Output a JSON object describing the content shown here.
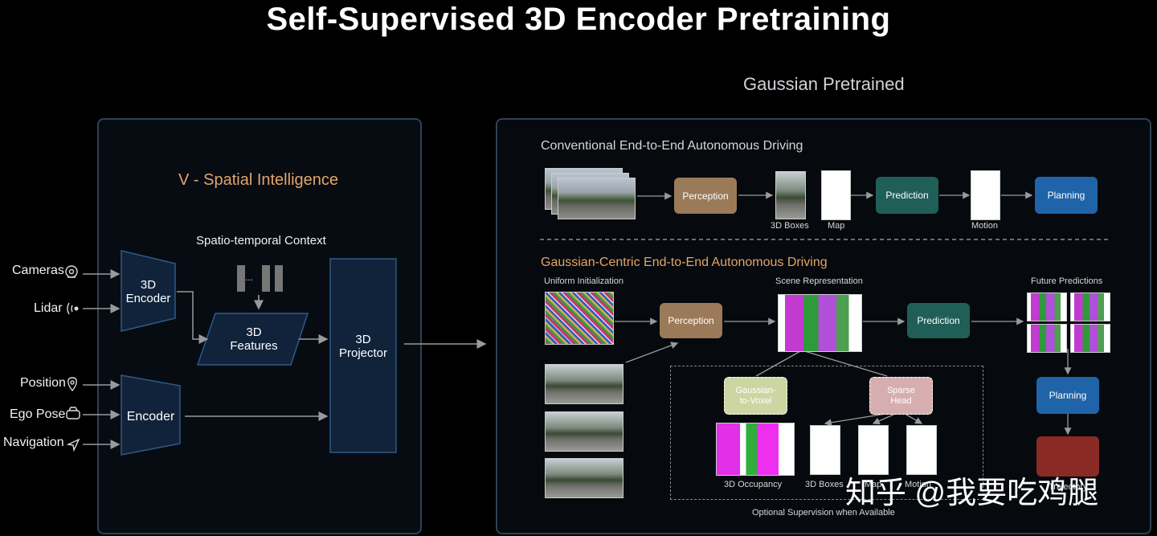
{
  "title": "Self-Supervised 3D Encoder Pretraining",
  "subtitle": "Gaussian Pretrained",
  "left_panel": {
    "heading": "V - Spatial Intelligence",
    "context_label": "Spatio-temporal Context",
    "context_dots": "...",
    "inputs": [
      {
        "label": "Cameras",
        "icon": "camera-icon"
      },
      {
        "label": "Lidar",
        "icon": "lidar-icon"
      },
      {
        "label": "Position",
        "icon": "location-pin-icon"
      },
      {
        "label": "Ego Pose",
        "icon": "car-icon"
      },
      {
        "label": "Navigation",
        "icon": "navigation-arrow-icon"
      }
    ],
    "encoder_3d": "3D\nEncoder",
    "encoder": "Encoder",
    "features_3d": "3D\nFeatures",
    "projector_3d": "3D\nProjector"
  },
  "conventional": {
    "heading": "Conventional End-to-End Autonomous Driving",
    "perception": "Perception",
    "prediction": "Prediction",
    "planning": "Planning",
    "boxes_label": "3D Boxes",
    "map_label": "Map",
    "motion_label": "Motion"
  },
  "gaussian": {
    "heading": "Gaussian-Centric End-to-End Autonomous Driving",
    "uniform_label": "Uniform Initialization",
    "scene_label": "Scene Representation",
    "future_label": "Future Predictions",
    "perception": "Perception",
    "prediction": "Prediction",
    "planning": "Planning",
    "gaussian_to_voxel": "Gaussian-\nto-Voxel",
    "sparse_head": "Sparse\nHead",
    "occupancy_label": "3D Occupancy",
    "boxes_label": "3D Boxes",
    "map_label": "Map",
    "motion_label": "Motion",
    "trajectory_label": "Trajectory",
    "optional_label": "Optional Supervision when Available"
  },
  "watermark": "知乎 @我要吃鸡腿",
  "colors": {
    "perception": "#9a7a58",
    "prediction": "#1f5f58",
    "planning": "#1f64a8",
    "heading_accent": "#e2a56a",
    "panel_border": "#2e4256"
  }
}
